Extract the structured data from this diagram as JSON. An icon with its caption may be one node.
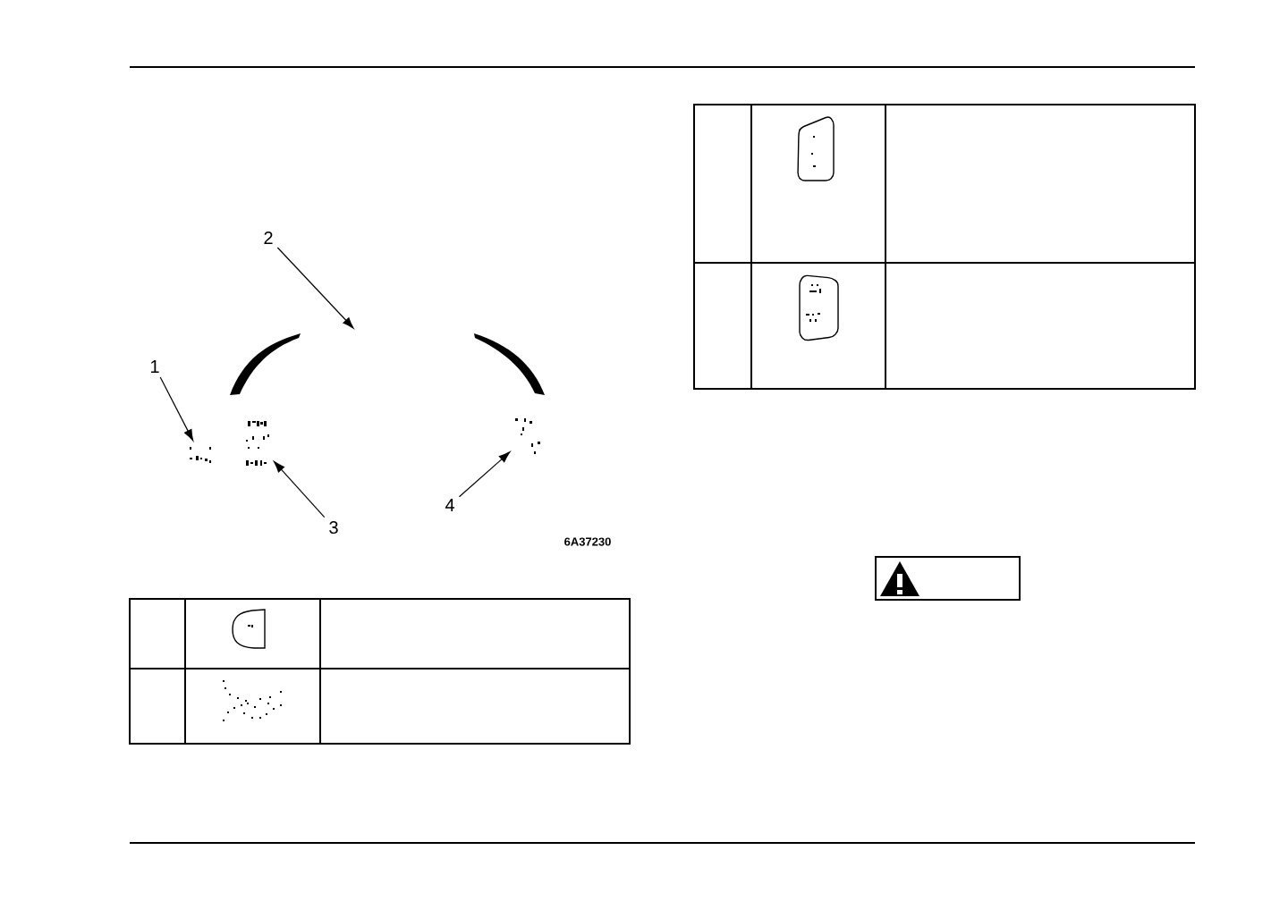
{
  "diagram": {
    "nodes": [
      {
        "text": [
          "1"
        ]
      },
      {
        "text": [],
        "shape": "picture"
      },
      {
        "text": [
          "2"
        ]
      },
      {
        "text": [],
        "shape": "picture"
      },
      {
        "text": [
          "3"
        ]
      },
      {
        "text": [],
        "shape": "picture"
      },
      {
        "text": [
          "4"
        ]
      },
      {
        "text": [],
        "shape": "picture"
      }
    ],
    "edges": [
      {
        "from": 0,
        "to": 1,
        "arrow": "to"
      },
      {
        "from": 2,
        "to": 3,
        "arrow": "to"
      },
      {
        "from": 4,
        "to": 5,
        "arrow": "to"
      },
      {
        "from": 6,
        "to": 7,
        "arrow": "to"
      }
    ],
    "labels": [
      "6A37230"
    ]
  }
}
